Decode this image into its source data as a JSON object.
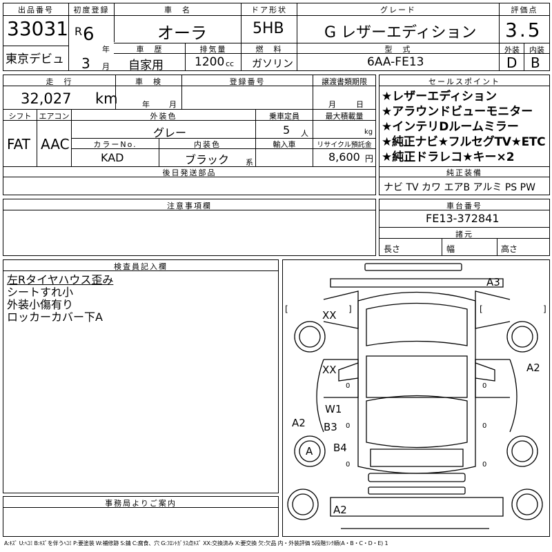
{
  "header": {
    "lot_label": "出品番号",
    "lot": "33031",
    "debut": "東京デビュ",
    "first_reg_label": "初度登録",
    "era": "R",
    "year": "6",
    "year_unit": "年",
    "month": "3",
    "month_unit": "月",
    "name_label": "車　名",
    "name": "オーラ",
    "door_label": "ドア形状",
    "door": "5HB",
    "grade_label": "グレード",
    "grade": "G レザーエディション",
    "score_label": "評価点",
    "score": "3.5",
    "ext_label": "外装",
    "int_label": "内装",
    "ext": "D",
    "int": "B",
    "history_label": "車　歴",
    "history": "自家用",
    "disp_label": "排気量",
    "disp": "1200",
    "disp_unit": "cc",
    "fuel_label": "燃　料",
    "fuel": "ガソリン",
    "model_label": "型　式",
    "model": "6AA-FE13"
  },
  "row2": {
    "mileage_label": "走　行",
    "mileage": "32,027",
    "mileage_unit": "km",
    "inspection_label": "車　検",
    "insp_y": "年",
    "insp_m": "月",
    "reg_label": "登録番号",
    "transfer_label": "譲渡書類期限",
    "tr_m": "月",
    "tr_d": "日",
    "shift_label": "シフト",
    "shift": "FAT",
    "ac_label": "エアコン",
    "ac": "AAC",
    "color_label": "外装色",
    "color": "グレー",
    "cap_label": "乗車定員",
    "cap": "5",
    "cap_unit": "人",
    "load_label": "最大積載量",
    "load_unit": "kg",
    "colorno_label": "カラーNo.",
    "colorno": "KAD",
    "interior_label": "内装色",
    "interior": "ブラック",
    "interior_unit": "系",
    "import_label": "輸入車",
    "recycle_label": "リサイクル預託金",
    "recycle": "8,600",
    "recycle_unit": "円",
    "later_label": "後日発送部品"
  },
  "sales": {
    "title": "セールスポイント",
    "points": [
      "★レザーエディション",
      "★アラウンドビューモニター",
      "★インテリDルームミラー",
      "★純正ナビ★フルセグTV★ETC",
      "★純正ドラレコ★キー×2"
    ],
    "equip_title": "純正装備",
    "equip": "ナビ TV カワ エアB アルミ PS PW"
  },
  "notes": {
    "title": "注意事項欄"
  },
  "chassis": {
    "title": "車台番号",
    "number": "FE13-372841",
    "spec_title": "諸元",
    "len": "長さ",
    "wid": "幅",
    "hgt": "高さ"
  },
  "inspector": {
    "title": "検査員記入欄",
    "remarks": [
      "左Rタイヤハウス歪み",
      "シートすれ小",
      "外装小傷有り",
      "ロッカーカバー下A"
    ]
  },
  "office": {
    "title": "事務局よりご案内"
  },
  "diagram": {
    "marks": [
      "A3",
      "XX",
      "XX",
      "A2",
      "W1",
      "B3",
      "A2",
      "A",
      "B4",
      "A2"
    ],
    "zeros": [
      "0",
      "0",
      "0",
      "0",
      "0",
      "0"
    ],
    "brackets": [
      "[",
      "]",
      "[",
      "]"
    ]
  },
  "legend": "A:ｷｽﾞ U:ﾍｺﾐ B:ｷｽﾞを伴うﾍｺﾐ P:要塗装 W:補修跡 S:錆 C:腐食、穴 G:ﾌﾛﾝﾄｶﾞﾗｽ点ｷｽﾞ XX:交換済み X:要交換 欠:欠品 内・外装評価 5段階ﾗﾝｸ順(A・B・C・D・E) 1"
}
